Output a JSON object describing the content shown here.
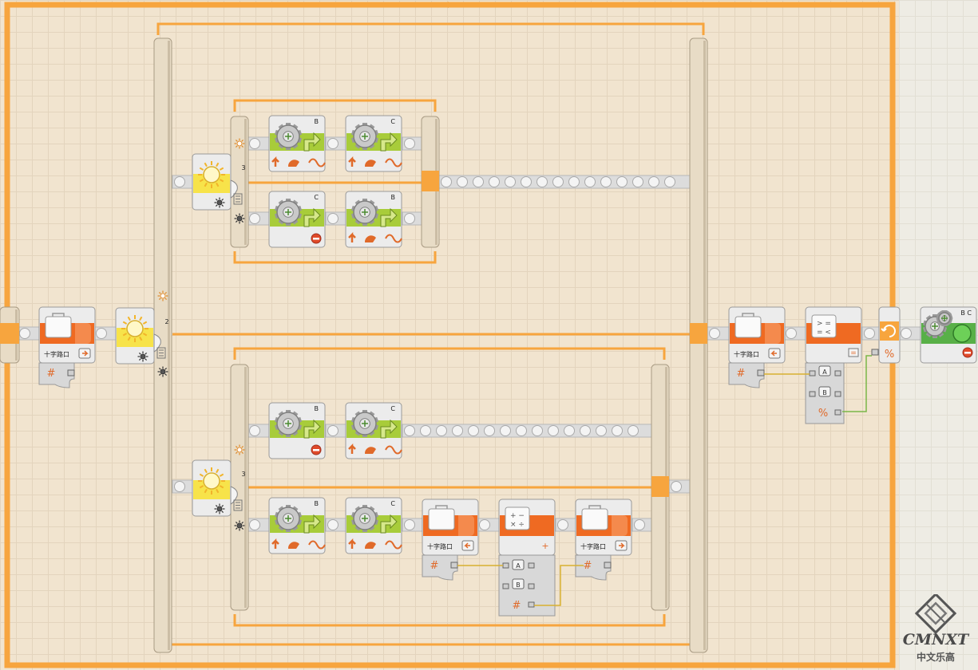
{
  "program": {
    "main_light_sensor": {
      "port": "2"
    },
    "upper_light_sensor": {
      "port": "3"
    },
    "lower_light_sensor": {
      "port": "3"
    },
    "motors": [
      {
        "name": "motor-upper-1",
        "ports": "B"
      },
      {
        "name": "motor-upper-2",
        "ports": "C"
      },
      {
        "name": "motor-upper-3",
        "ports": "C"
      },
      {
        "name": "motor-upper-4",
        "ports": "B"
      },
      {
        "name": "motor-lower-1",
        "ports": "B"
      },
      {
        "name": "motor-lower-2",
        "ports": "C"
      },
      {
        "name": "motor-lower-3",
        "ports": "B"
      },
      {
        "name": "motor-lower-4",
        "ports": "C"
      },
      {
        "name": "motor-final",
        "ports": "B C"
      }
    ],
    "variables": [
      {
        "name": "variable-start",
        "label": "十字路口"
      },
      {
        "name": "variable-read",
        "label": "十字路口"
      },
      {
        "name": "variable-inner-read",
        "label": "十字路口"
      },
      {
        "name": "variable-inner-write",
        "label": "十字路口"
      }
    ],
    "compare_plug_a": "A",
    "compare_plug_b": "B",
    "math_plug_a": "A",
    "math_plug_b": "B"
  },
  "watermark": {
    "brand": "CMNXT",
    "subtitle": "中文乐高"
  }
}
